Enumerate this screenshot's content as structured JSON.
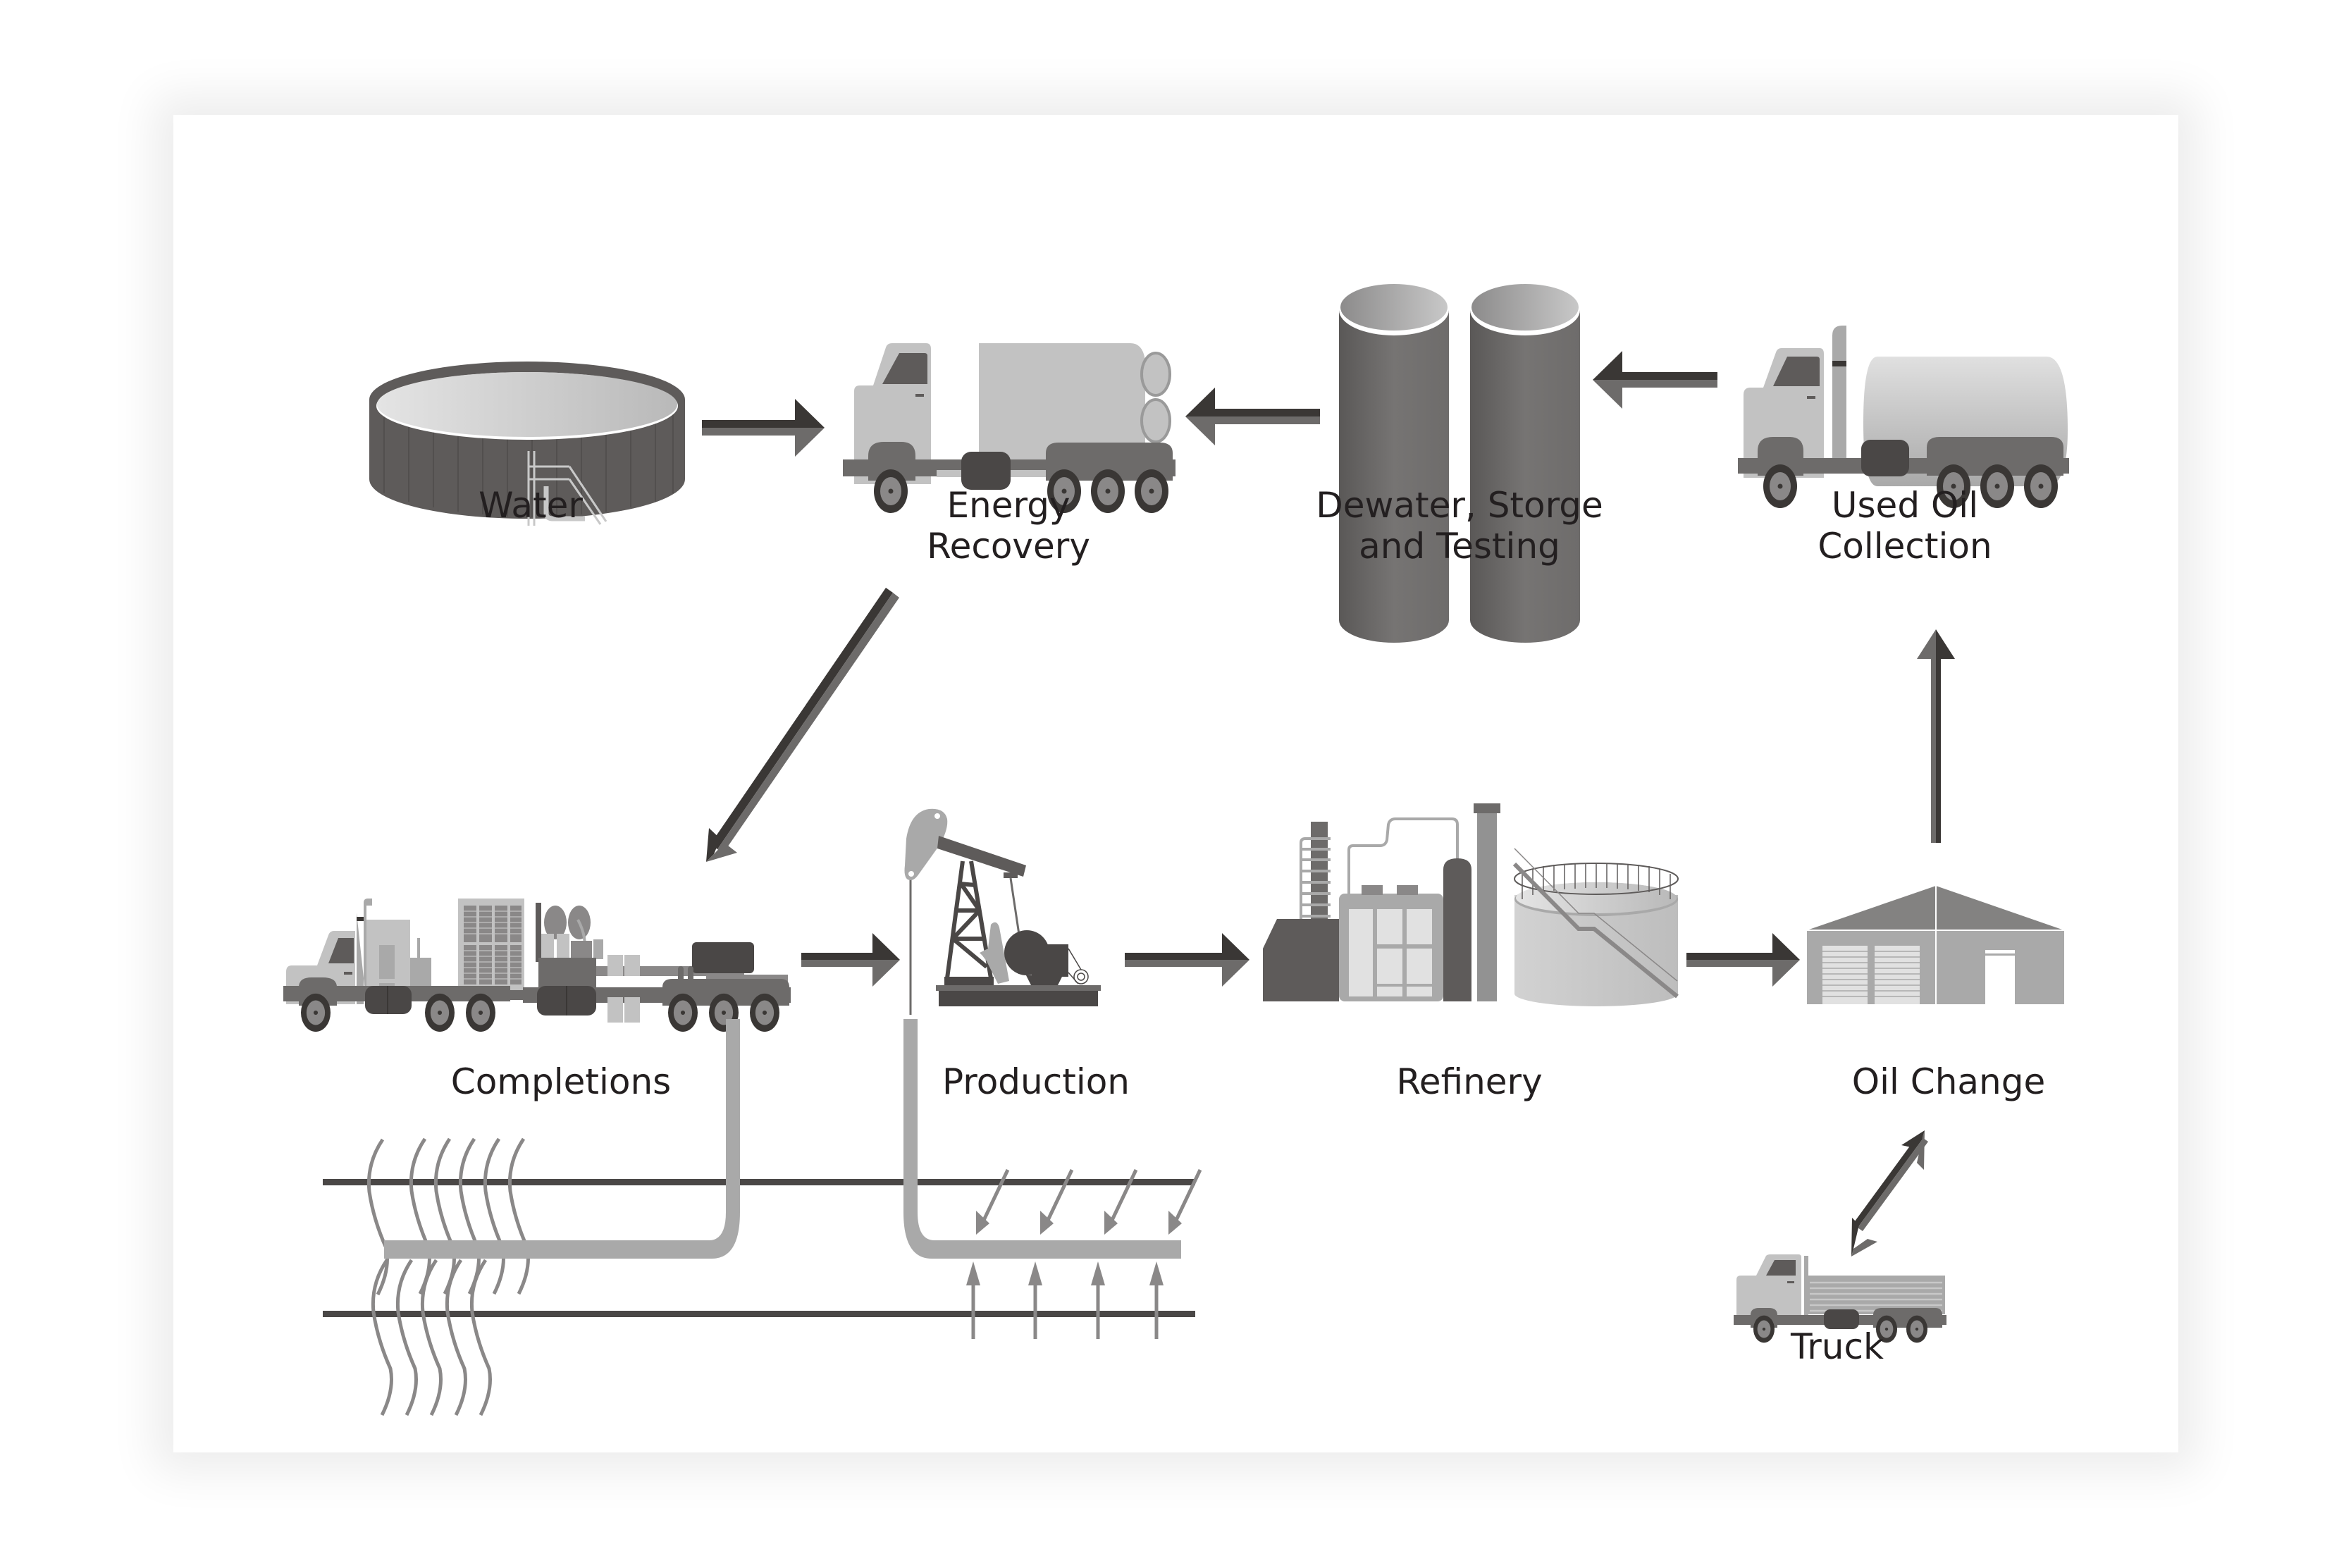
{
  "diagram": {
    "title": "Used oil lifecycle",
    "nodes": [
      {
        "id": "water",
        "label_lines": [
          "Water"
        ],
        "icon": "water-tank-icon"
      },
      {
        "id": "energy-recovery",
        "label_lines": [
          "Energy",
          "Recovery"
        ],
        "icon": "box-truck-icon"
      },
      {
        "id": "dewater",
        "label_lines": [
          "Dewater, Storge",
          "and Testing"
        ],
        "icon": "storage-tanks-icon"
      },
      {
        "id": "used-oil-collection",
        "label_lines": [
          "Used Oil",
          "Collection"
        ],
        "icon": "tanker-truck-icon"
      },
      {
        "id": "completions",
        "label_lines": [
          "Completions"
        ],
        "icon": "completions-rig-truck-icon"
      },
      {
        "id": "production",
        "label_lines": [
          "Production"
        ],
        "icon": "pumpjack-icon"
      },
      {
        "id": "refinery",
        "label_lines": [
          "Refinery"
        ],
        "icon": "refinery-icon"
      },
      {
        "id": "oil-change",
        "label_lines": [
          "Oil Change"
        ],
        "icon": "garage-building-icon"
      },
      {
        "id": "truck",
        "label_lines": [
          "Truck"
        ],
        "icon": "flatbed-truck-icon"
      }
    ],
    "edges": [
      {
        "from": "water",
        "to": "energy-recovery",
        "direction": "right"
      },
      {
        "from": "dewater",
        "to": "energy-recovery",
        "direction": "left"
      },
      {
        "from": "used-oil-collection",
        "to": "dewater",
        "direction": "left"
      },
      {
        "from": "energy-recovery",
        "to": "completions",
        "direction": "down-left"
      },
      {
        "from": "completions",
        "to": "production",
        "direction": "right"
      },
      {
        "from": "production",
        "to": "refinery",
        "direction": "right"
      },
      {
        "from": "refinery",
        "to": "oil-change",
        "direction": "right"
      },
      {
        "from": "oil-change",
        "to": "used-oil-collection",
        "direction": "up"
      },
      {
        "from": "oil-change",
        "to": "truck",
        "direction": "bidirectional"
      }
    ],
    "colors": {
      "text": "#231f20",
      "arrow_dark": "#3a3735",
      "arrow_light": "#6d6b6a",
      "dark_gray": "#5e5b5a",
      "mid_gray": "#8a8888",
      "light_gray": "#c2c2c2",
      "pipe_gray": "#a9a9a9",
      "strata_line": "#4a4746",
      "card_bg": "#ffffff"
    }
  }
}
